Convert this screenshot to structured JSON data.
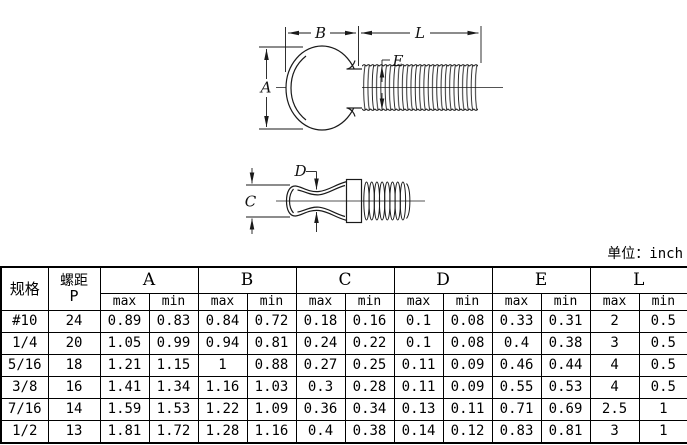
{
  "unit_label": "单位：inch",
  "drawing": {
    "labels": {
      "A": "A",
      "B": "B",
      "C": "C",
      "D": "D",
      "E": "E",
      "L": "L"
    }
  },
  "table": {
    "spec_header": "规格",
    "pitch_header_line1": "螺距",
    "pitch_header_line2": "P",
    "dim_headers": [
      "A",
      "B",
      "C",
      "D",
      "E",
      "L"
    ],
    "max_label": "max",
    "min_label": "min",
    "rows": [
      [
        "#10",
        "24",
        "0.89",
        "0.83",
        "0.84",
        "0.72",
        "0.18",
        "0.16",
        "0.1",
        "0.08",
        "0.33",
        "0.31",
        "2",
        "0.5"
      ],
      [
        "1/4",
        "20",
        "1.05",
        "0.99",
        "0.94",
        "0.81",
        "0.24",
        "0.22",
        "0.1",
        "0.08",
        "0.4",
        "0.38",
        "3",
        "0.5"
      ],
      [
        "5/16",
        "18",
        "1.21",
        "1.15",
        "1",
        "0.88",
        "0.27",
        "0.25",
        "0.11",
        "0.09",
        "0.46",
        "0.44",
        "4",
        "0.5"
      ],
      [
        "3/8",
        "16",
        "1.41",
        "1.34",
        "1.16",
        "1.03",
        "0.3",
        "0.28",
        "0.11",
        "0.09",
        "0.55",
        "0.53",
        "4",
        "0.5"
      ],
      [
        "7/16",
        "14",
        "1.59",
        "1.53",
        "1.22",
        "1.09",
        "0.36",
        "0.34",
        "0.13",
        "0.11",
        "0.71",
        "0.69",
        "2.5",
        "1"
      ],
      [
        "1/2",
        "13",
        "1.81",
        "1.72",
        "1.28",
        "1.16",
        "0.4",
        "0.38",
        "0.14",
        "0.12",
        "0.83",
        "0.81",
        "3",
        "1"
      ]
    ]
  }
}
